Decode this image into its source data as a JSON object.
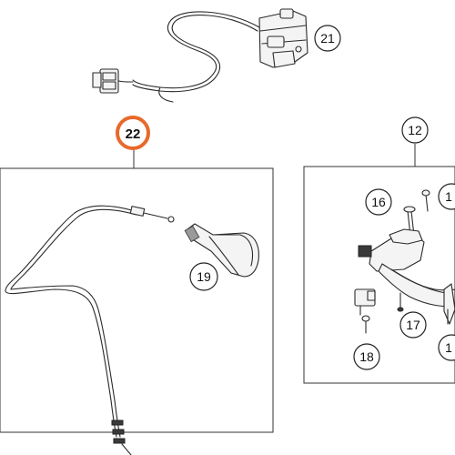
{
  "diagram": {
    "highlight_color": "#e8692c",
    "callouts": [
      {
        "label": "21"
      },
      {
        "label": "22"
      },
      {
        "label": "12"
      },
      {
        "label": "16"
      },
      {
        "label": "1"
      },
      {
        "label": "19"
      },
      {
        "label": "17"
      },
      {
        "label": "18"
      },
      {
        "label": "1"
      }
    ]
  }
}
